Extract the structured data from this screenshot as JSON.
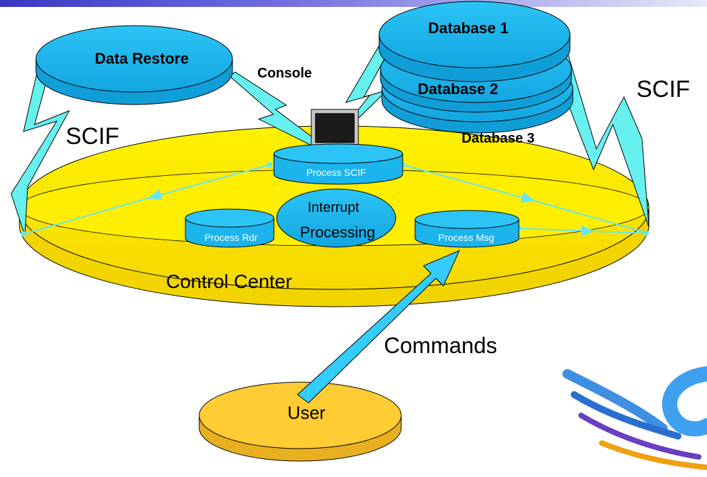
{
  "labels": {
    "data_restore": "Data Restore",
    "console": "Console",
    "database_1": "Database 1",
    "database_2": "Database 2",
    "database_3": "Database 3",
    "scif_left": "SCIF",
    "scif_right": "SCIF",
    "process_scif": "Process SCIF",
    "interrupt_line1": "Interrupt",
    "interrupt_line2": "Processing",
    "process_rdr": "Process Rdr",
    "process_msg": "Process Msg",
    "control_center": "Control Center",
    "commands": "Commands",
    "user": "User"
  },
  "colors": {
    "cyan_fill": "#1cb4ec",
    "light_cyan": "#66f0f0",
    "yellow_fill": "#ffee00",
    "orange_fill": "#ffcc33",
    "arrow_blue": "#33ccff",
    "top_bar": "#3a37c4"
  }
}
